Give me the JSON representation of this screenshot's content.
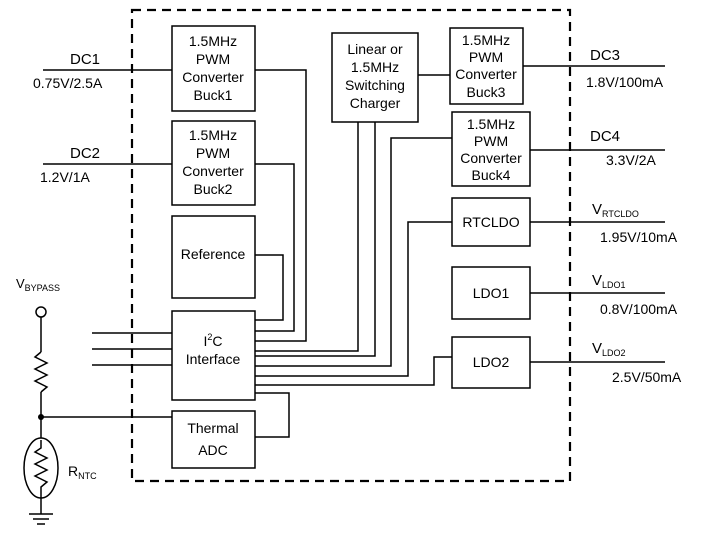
{
  "blocks": {
    "buck1": [
      "1.5MHz",
      "PWM",
      "Converter",
      "Buck1"
    ],
    "buck2": [
      "1.5MHz",
      "PWM",
      "Converter",
      "Buck2"
    ],
    "charger": [
      "Linear or",
      "1.5MHz",
      "Switching",
      "Charger"
    ],
    "buck3": [
      "1.5MHz",
      "PWM",
      "Converter",
      "Buck3"
    ],
    "buck4": [
      "1.5MHz",
      "PWM",
      "Converter",
      "Buck4"
    ],
    "reference": "Reference",
    "i2c": {
      "prefix": "I",
      "sup": "2",
      "suffix": "C",
      "line2": "Interface"
    },
    "thermal": [
      "Thermal",
      "ADC"
    ],
    "rtcldo": "RTCLDO",
    "ldo1": "LDO1",
    "ldo2": "LDO2"
  },
  "outputs": {
    "dc1": {
      "name": "DC1",
      "rating": "0.75V/2.5A"
    },
    "dc2": {
      "name": "DC2",
      "rating": "1.2V/1A"
    },
    "dc3": {
      "name": "DC3",
      "rating": "1.8V/100mA"
    },
    "dc4": {
      "name": "DC4",
      "rating": "3.3V/2A"
    },
    "vrtcldo": {
      "main": "V",
      "sub": "RTCLDO",
      "rating": "1.95V/10mA"
    },
    "vldo1": {
      "main": "V",
      "sub": "LDO1",
      "rating": "0.8V/100mA"
    },
    "vldo2": {
      "main": "V",
      "sub": "LDO2",
      "rating": "2.5V/50mA"
    }
  },
  "external": {
    "vbypass": {
      "main": "V",
      "sub": "BYPASS"
    },
    "rntc": {
      "main": "R",
      "sub": "NTC"
    }
  }
}
